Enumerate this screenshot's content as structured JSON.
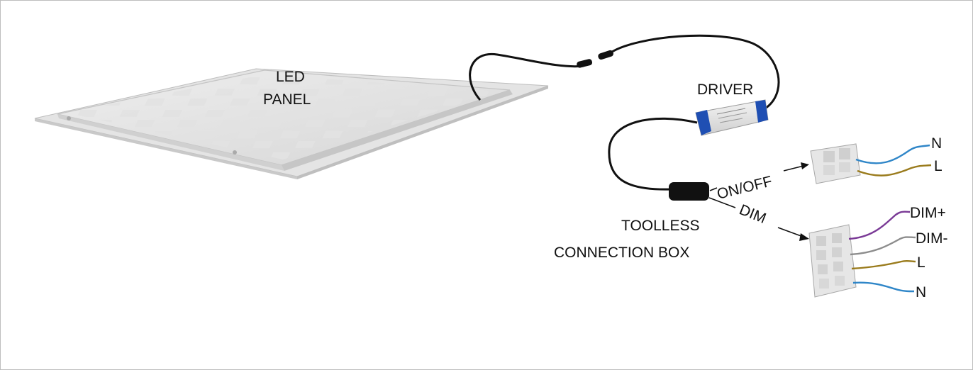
{
  "diagram": {
    "panel_label_line1": "LED",
    "panel_label_line2": "PANEL",
    "driver_label": "DRIVER",
    "box_label_line1": "TOOLLESS",
    "box_label_line2": "CONNECTION BOX",
    "onoff_label": "ON/OFF",
    "dim_label": "DIM",
    "onoff_terminals": [
      "N",
      "L"
    ],
    "dim_terminals": [
      "DIM+",
      "DIM-",
      "L",
      "N"
    ],
    "colors": {
      "cable": "#111111",
      "neutral_wire": "#2f86c8",
      "live_wire": "#9a7b1c",
      "dim_plus_wire": "#7a3a96",
      "dim_minus_wire": "#8c8c8c",
      "driver_accent": "#1f4fb3"
    }
  }
}
